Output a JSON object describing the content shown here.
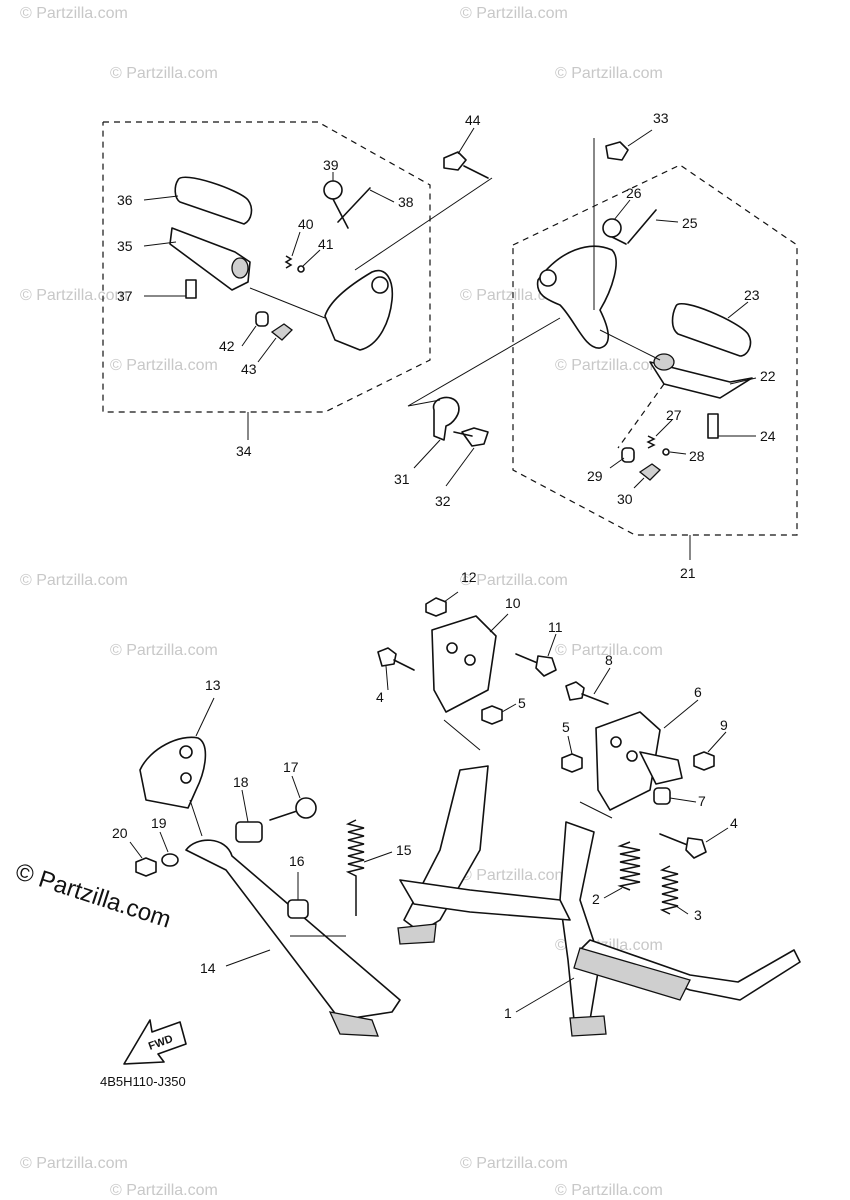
{
  "watermark": "© Partzilla.com",
  "watermark_large": "© Partzilla.com",
  "diagram_code": "4B5H110-J350",
  "fwd_label": "FWD",
  "callouts": {
    "c1": "1",
    "c2": "2",
    "c3": "3",
    "c4a": "4",
    "c4b": "4",
    "c5a": "5",
    "c5b": "5",
    "c6": "6",
    "c7": "7",
    "c8": "8",
    "c9": "9",
    "c10": "10",
    "c11": "11",
    "c12": "12",
    "c13": "13",
    "c14": "14",
    "c15": "15",
    "c16": "16",
    "c17": "17",
    "c18": "18",
    "c19": "19",
    "c20": "20",
    "c21": "21",
    "c22": "22",
    "c23": "23",
    "c24": "24",
    "c25": "25",
    "c26": "26",
    "c27": "27",
    "c28": "28",
    "c29": "29",
    "c30": "30",
    "c31": "31",
    "c32": "32",
    "c33": "33",
    "c34": "34",
    "c35": "35",
    "c36": "36",
    "c37": "37",
    "c38": "38",
    "c39": "39",
    "c40": "40",
    "c41": "41",
    "c42": "42",
    "c43": "43",
    "c44": "44"
  }
}
